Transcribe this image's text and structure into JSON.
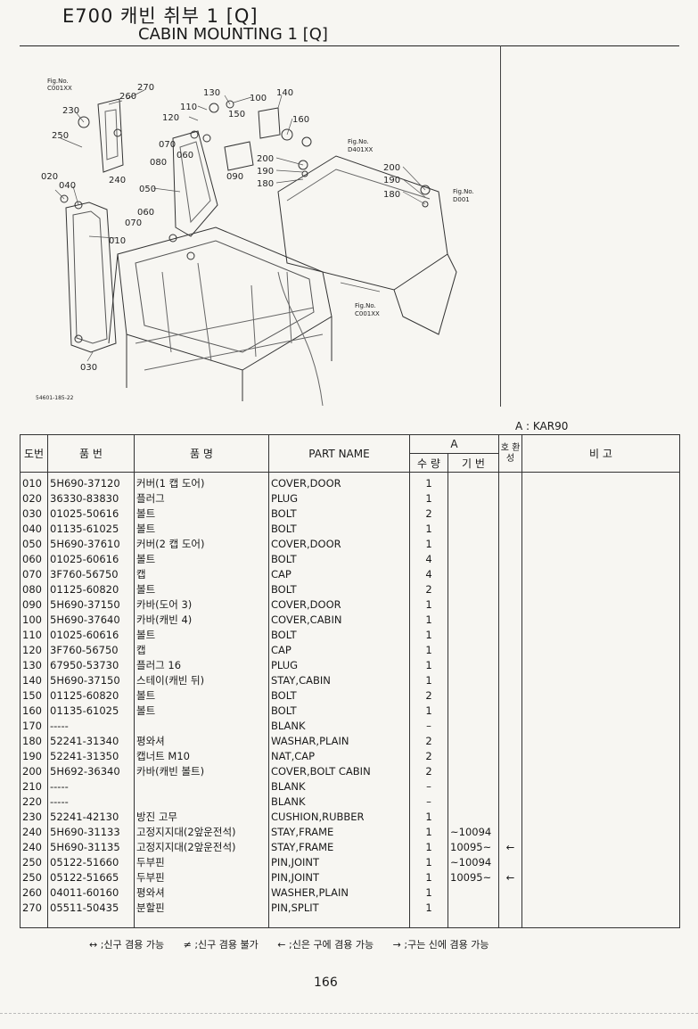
{
  "header": {
    "code_title": "E700  캐빈 취부 1 [Q]",
    "en_title": "CABIN MOUNTING 1 [Q]"
  },
  "diagram": {
    "labels": [
      "270",
      "260",
      "230",
      "250",
      "020",
      "040",
      "010",
      "030",
      "240",
      "130",
      "100",
      "140",
      "110",
      "120",
      "150",
      "160",
      "070",
      "060",
      "080",
      "050",
      "090",
      "200",
      "190",
      "180",
      "Fig.No. C001XX",
      "Fig.No. D401XX",
      "Fig.No. D001",
      "Fig.No. C001XX"
    ],
    "drawing_no": "54601-185-22"
  },
  "model_note": "A : KAR90",
  "table": {
    "headers": {
      "no": "도번",
      "part_no": "품  번",
      "name_kr": "품      명",
      "name_en": "PART NAME",
      "group": "A",
      "qty": "수 량",
      "serial": "기 번",
      "interchange": "호 환 성",
      "remarks": "비      고"
    },
    "rows": [
      {
        "no": "010",
        "part": "5H690-37120",
        "kr": "커버(1 캡 도어)",
        "en": "COVER,DOOR",
        "qty": "1",
        "ser": "",
        "hw": ""
      },
      {
        "no": "020",
        "part": "36330-83830",
        "kr": "플러그",
        "en": "PLUG",
        "qty": "1",
        "ser": "",
        "hw": ""
      },
      {
        "no": "030",
        "part": "01025-50616",
        "kr": "볼트",
        "en": "BOLT",
        "qty": "2",
        "ser": "",
        "hw": ""
      },
      {
        "no": "040",
        "part": "01135-61025",
        "kr": "볼트",
        "en": "BOLT",
        "qty": "1",
        "ser": "",
        "hw": ""
      },
      {
        "no": "050",
        "part": "5H690-37610",
        "kr": "커버(2 캡 도어)",
        "en": "COVER,DOOR",
        "qty": "1",
        "ser": "",
        "hw": ""
      },
      {
        "no": "060",
        "part": "01025-60616",
        "kr": "볼트",
        "en": "BOLT",
        "qty": "4",
        "ser": "",
        "hw": ""
      },
      {
        "no": "070",
        "part": "3F760-56750",
        "kr": "캡",
        "en": "CAP",
        "qty": "4",
        "ser": "",
        "hw": ""
      },
      {
        "no": "080",
        "part": "01125-60820",
        "kr": "볼트",
        "en": "BOLT",
        "qty": "2",
        "ser": "",
        "hw": ""
      },
      {
        "no": "090",
        "part": "5H690-37150",
        "kr": "카바(도어 3)",
        "en": "COVER,DOOR",
        "qty": "1",
        "ser": "",
        "hw": ""
      },
      {
        "no": "100",
        "part": "5H690-37640",
        "kr": "카바(캐빈 4)",
        "en": "COVER,CABIN",
        "qty": "1",
        "ser": "",
        "hw": ""
      },
      {
        "no": "110",
        "part": "01025-60616",
        "kr": "볼트",
        "en": "BOLT",
        "qty": "1",
        "ser": "",
        "hw": ""
      },
      {
        "no": "120",
        "part": "3F760-56750",
        "kr": "캡",
        "en": "CAP",
        "qty": "1",
        "ser": "",
        "hw": ""
      },
      {
        "no": "130",
        "part": "67950-53730",
        "kr": "플러그 16",
        "en": "PLUG",
        "qty": "1",
        "ser": "",
        "hw": ""
      },
      {
        "no": "140",
        "part": "5H690-37150",
        "kr": "스테이(캐빈 뒤)",
        "en": "STAY,CABIN",
        "qty": "1",
        "ser": "",
        "hw": ""
      },
      {
        "no": "150",
        "part": "01125-60820",
        "kr": "볼트",
        "en": "BOLT",
        "qty": "2",
        "ser": "",
        "hw": ""
      },
      {
        "no": "160",
        "part": "01135-61025",
        "kr": "볼트",
        "en": "BOLT",
        "qty": "1",
        "ser": "",
        "hw": ""
      },
      {
        "no": "170",
        "part": "-----",
        "kr": "",
        "en": "BLANK",
        "qty": "–",
        "ser": "",
        "hw": ""
      },
      {
        "no": "180",
        "part": "52241-31340",
        "kr": "평와셔",
        "en": "WASHAR,PLAIN",
        "qty": "2",
        "ser": "",
        "hw": ""
      },
      {
        "no": "190",
        "part": "52241-31350",
        "kr": "캡너트 M10",
        "en": "NAT,CAP",
        "qty": "2",
        "ser": "",
        "hw": ""
      },
      {
        "no": "200",
        "part": "5H692-36340",
        "kr": "카바(캐빈 볼트)",
        "en": "COVER,BOLT CABIN",
        "qty": "2",
        "ser": "",
        "hw": ""
      },
      {
        "no": "210",
        "part": "-----",
        "kr": "",
        "en": "BLANK",
        "qty": "–",
        "ser": "",
        "hw": ""
      },
      {
        "no": "220",
        "part": "-----",
        "kr": "",
        "en": "BLANK",
        "qty": "–",
        "ser": "",
        "hw": ""
      },
      {
        "no": "230",
        "part": "52241-42130",
        "kr": "방진 고무",
        "en": "CUSHION,RUBBER",
        "qty": "1",
        "ser": "",
        "hw": ""
      },
      {
        "no": "240",
        "part": "5H690-31133",
        "kr": "고정지지대(2앞운전석)",
        "en": "STAY,FRAME",
        "qty": "1",
        "ser": "~10094",
        "hw": ""
      },
      {
        "no": "240",
        "part": "5H690-31135",
        "kr": "고정지지대(2앞운전석)",
        "en": "STAY,FRAME",
        "qty": "1",
        "ser": "10095~",
        "hw": "←"
      },
      {
        "no": "250",
        "part": "05122-51660",
        "kr": "두부핀",
        "en": "PIN,JOINT",
        "qty": "1",
        "ser": "~10094",
        "hw": ""
      },
      {
        "no": "250",
        "part": "05122-51665",
        "kr": "두부핀",
        "en": "PIN,JOINT",
        "qty": "1",
        "ser": "10095~",
        "hw": "←"
      },
      {
        "no": "260",
        "part": "04011-60160",
        "kr": "평와셔",
        "en": "WASHER,PLAIN",
        "qty": "1",
        "ser": "",
        "hw": ""
      },
      {
        "no": "270",
        "part": "05511-50435",
        "kr": "분할핀",
        "en": "PIN,SPLIT",
        "qty": "1",
        "ser": "",
        "hw": ""
      }
    ]
  },
  "legend": [
    "↔ ;신구 겸용 가능",
    "≠ ;신구 겸용 불가",
    "← ;신은 구에 겸용 가능",
    "→ ;구는 신에 겸용 가능"
  ],
  "page_number": "166"
}
